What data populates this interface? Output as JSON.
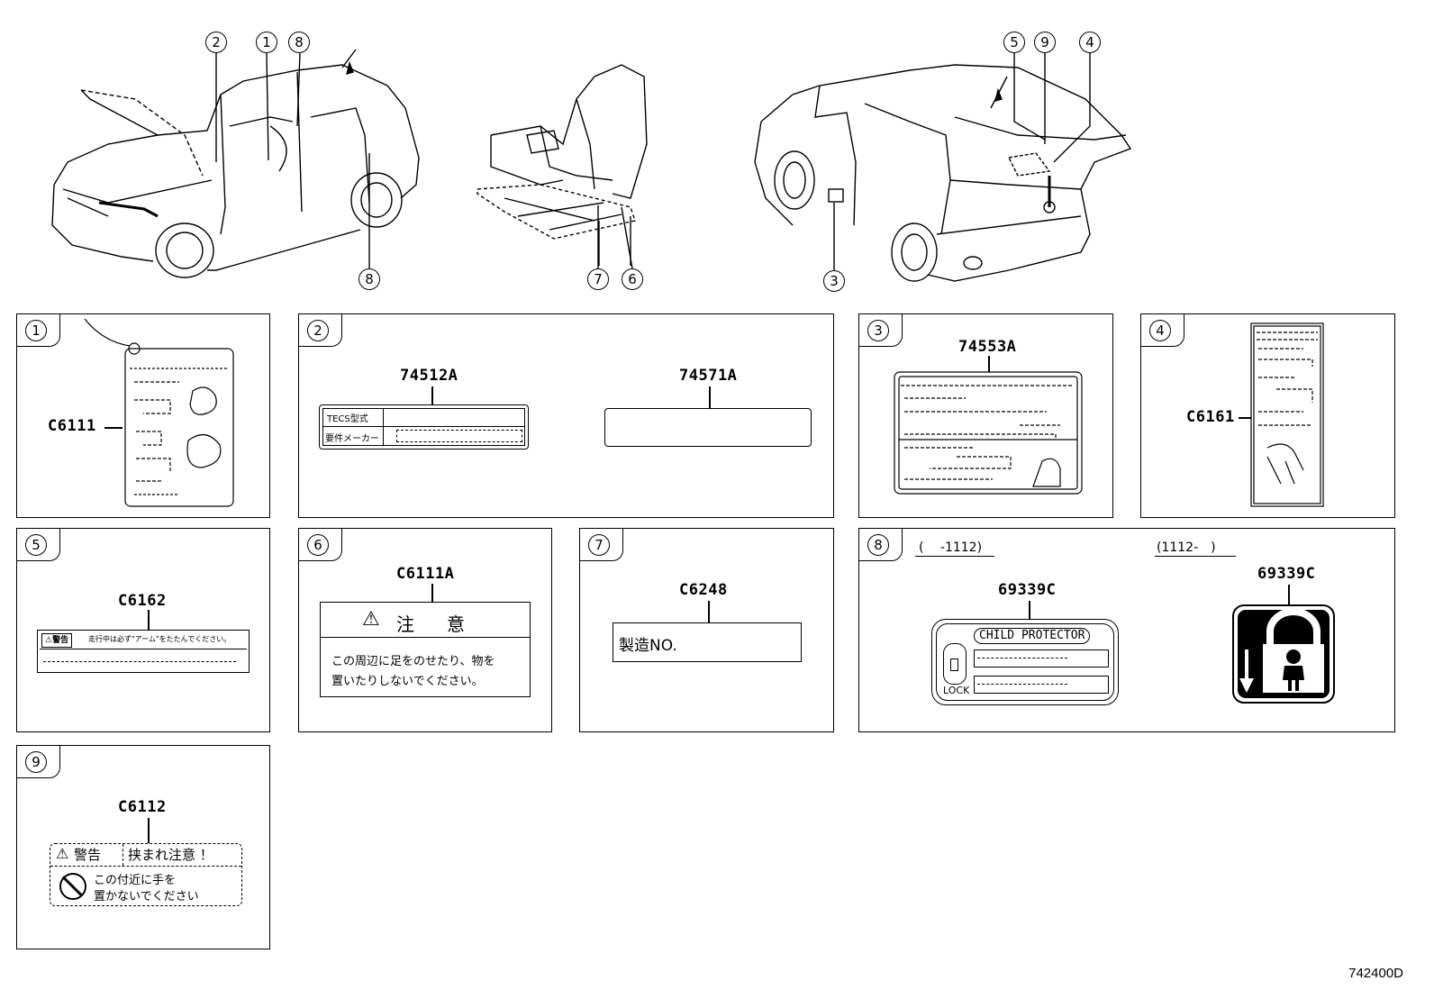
{
  "diagram_code": "742400D",
  "callouts": {
    "front_view": [
      "2",
      "1",
      "8",
      "8"
    ],
    "seat_view": [
      "7",
      "6"
    ],
    "rear_view": [
      "5",
      "9",
      "4",
      "3"
    ]
  },
  "panels": [
    {
      "index": "1",
      "part_no": "C6111"
    },
    {
      "index": "2",
      "parts": [
        {
          "part_no": "74512A",
          "rows": [
            "TECS型式",
            "要件メーカー"
          ]
        },
        {
          "part_no": "74571A"
        }
      ]
    },
    {
      "index": "3",
      "part_no": "74553A"
    },
    {
      "index": "4",
      "part_no": "C6161"
    },
    {
      "index": "5",
      "part_no": "C6162",
      "badge": "⚠警告",
      "text": "走行中は必ず\"アーム\"をたたんでください。"
    },
    {
      "index": "6",
      "part_no": "C6111A",
      "heading": "注　意",
      "text_line1": "この周辺に足をのせたり、物を",
      "text_line2": "置いたりしないでください。"
    },
    {
      "index": "7",
      "part_no": "C6248",
      "text": "製造NO."
    },
    {
      "index": "8",
      "range_left": "(　 -1112)",
      "range_right": "(1112-　)",
      "parts": [
        {
          "part_no": "69339C",
          "title": "CHILD PROTECTOR",
          "lock_text": "LOCK"
        },
        {
          "part_no": "69339C"
        }
      ]
    },
    {
      "index": "9",
      "part_no": "C6112",
      "badge": "警告",
      "heading": "挟まれ注意 ！",
      "text_line1": "この付近に手を",
      "text_line2": "置かないでください"
    }
  ]
}
